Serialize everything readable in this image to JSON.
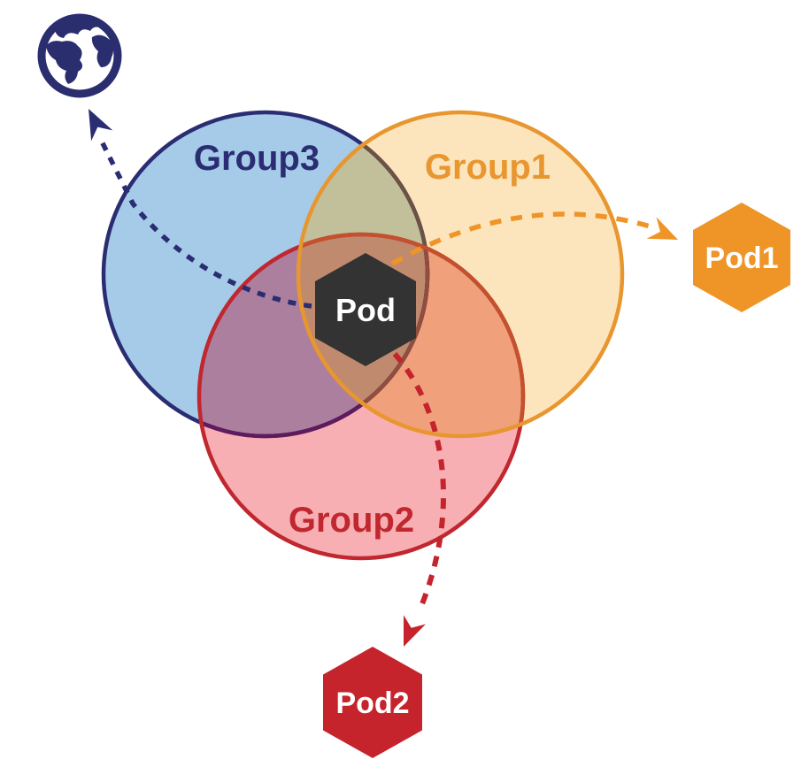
{
  "diagram": {
    "background": "#ffffff",
    "groups": {
      "group3": {
        "label": "Group3",
        "fill": "#a5cbe9",
        "stroke": "#2b2d72"
      },
      "group1": {
        "label": "Group1",
        "fill": "#fce5bd",
        "stroke": "#e8962f"
      },
      "group2": {
        "label": "Group2",
        "fill": "#f8afb3",
        "stroke": "#c0272f"
      }
    },
    "overlaps": {
      "group3_group1": "#c1c09b",
      "group3_group2": "#ad7f9e",
      "group1_group2": "#f0a17c",
      "all_groups": "#c08a6e"
    },
    "center_pod": {
      "label": "Pod",
      "fill": "#333333",
      "text_color": "#ffffff"
    },
    "external_pods": {
      "pod1": {
        "label": "Pod1",
        "fill": "#ef9426",
        "text_color": "#ffffff"
      },
      "pod2": {
        "label": "Pod2",
        "fill": "#c5242c",
        "text_color": "#ffffff"
      }
    },
    "globe": {
      "color": "#2a2d6e"
    },
    "arrows": {
      "to_internet": {
        "color": "#2b2d72"
      },
      "to_pod1": {
        "color": "#ef9426"
      },
      "to_pod2": {
        "color": "#c5242c"
      }
    }
  }
}
